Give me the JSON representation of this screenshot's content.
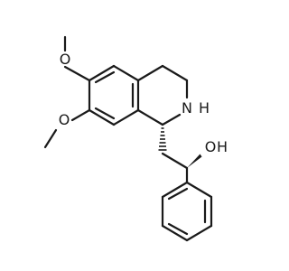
{
  "molecule": {
    "atom_labels": {
      "o_top": "O",
      "o_bottom": "O",
      "nh": "N",
      "nh_h": "H",
      "oh_o": "O",
      "oh_h": "H"
    }
  }
}
